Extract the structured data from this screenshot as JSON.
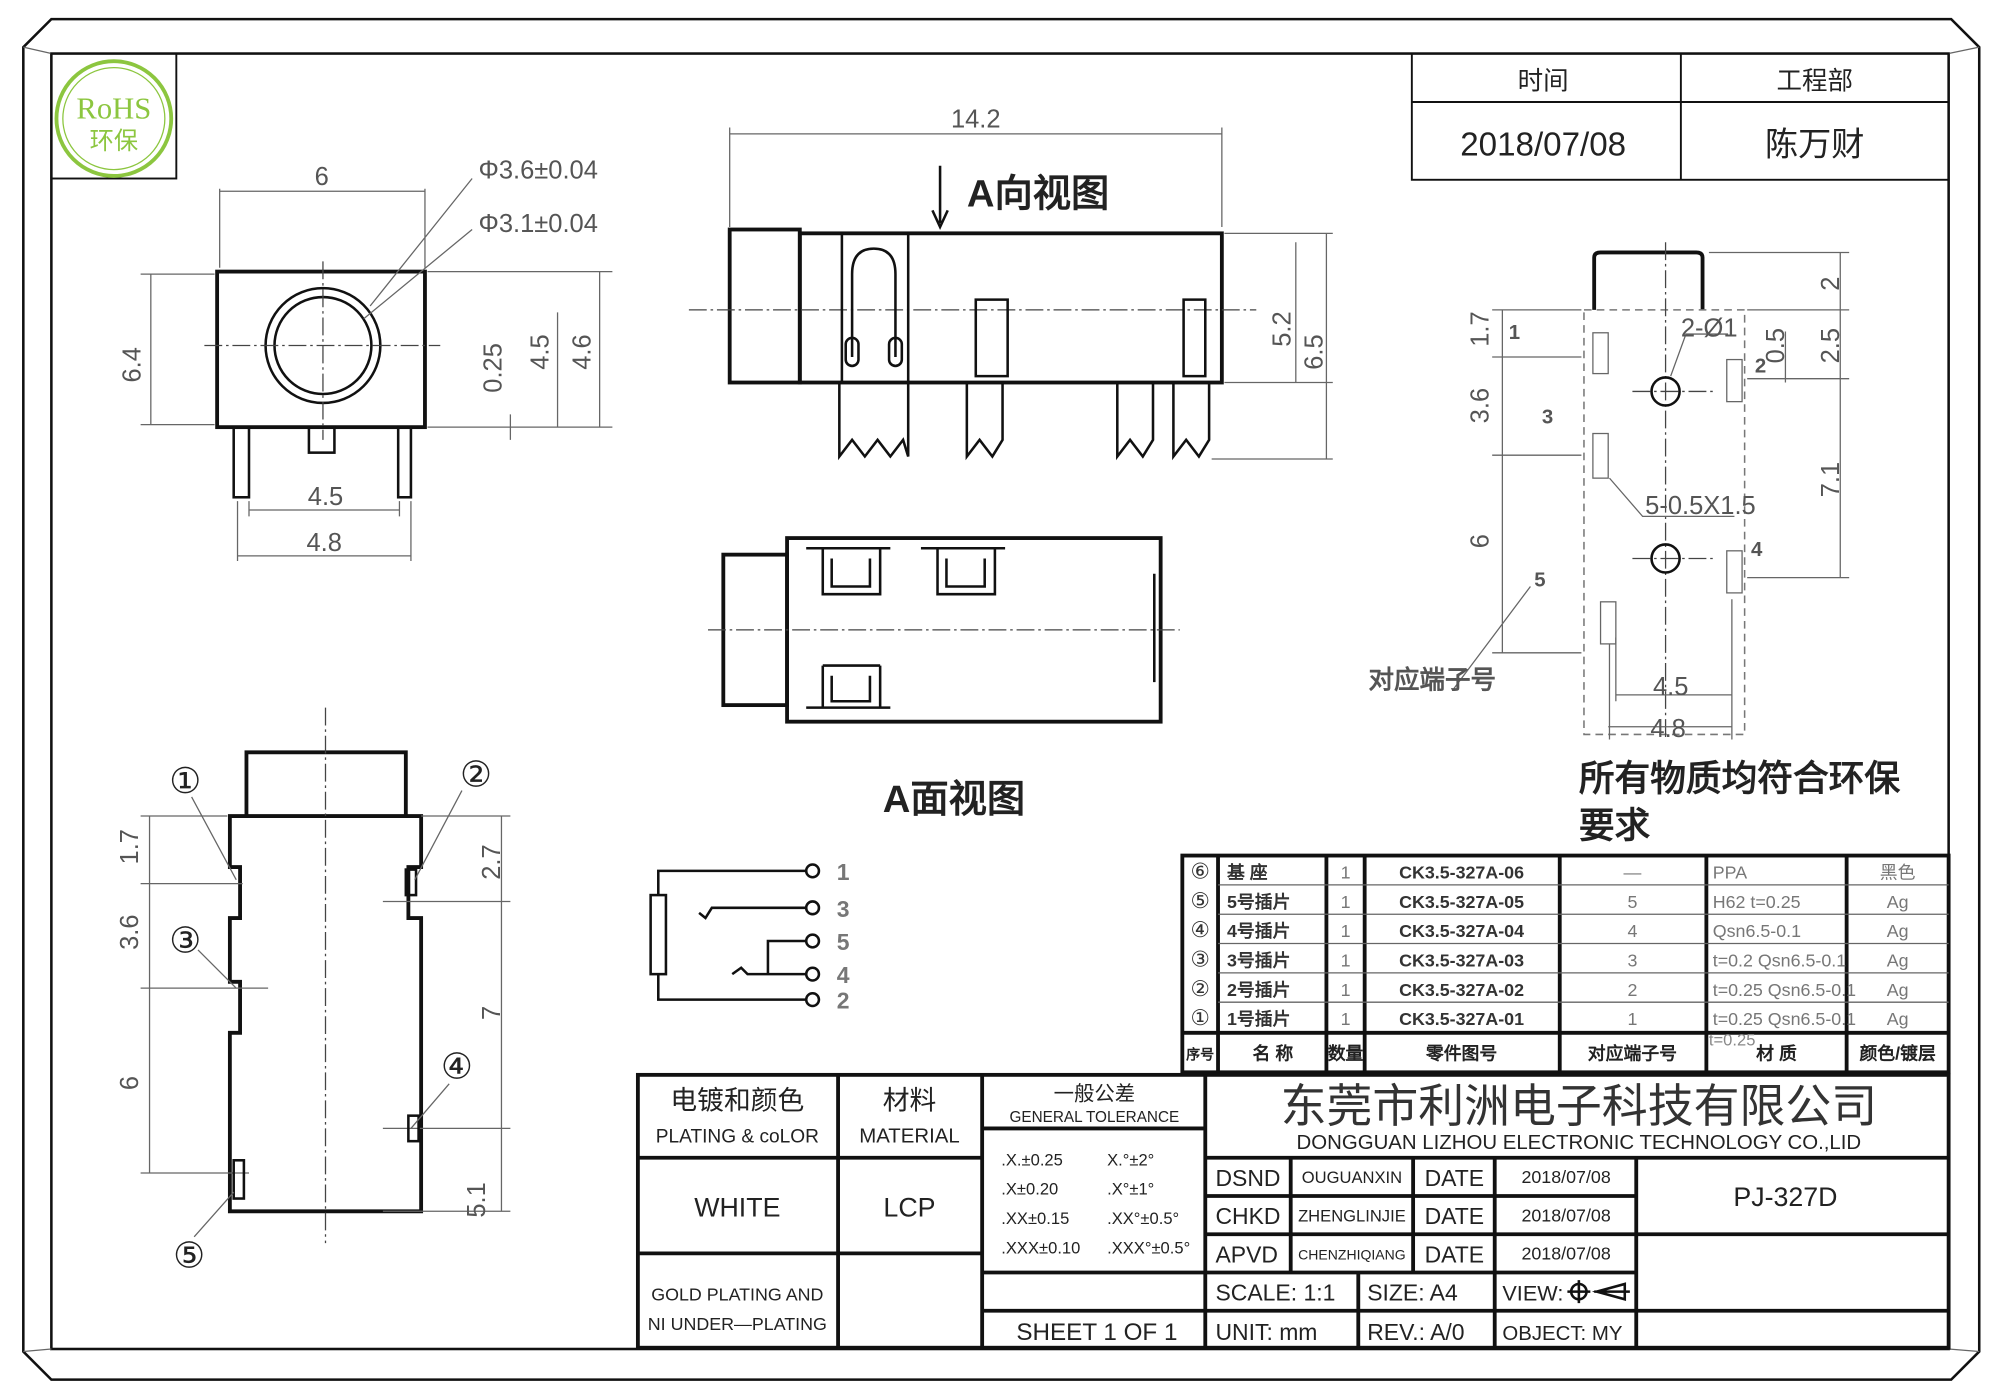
{
  "rohs": {
    "line1": "RoHS",
    "line2": "环保",
    "color": "#8cc63f"
  },
  "top_block": {
    "time_label": "时间",
    "dept_label": "工程部",
    "date": "2018/07/08",
    "person": "陈万财"
  },
  "front_view": {
    "dims": [
      "6",
      "Φ3.6±0.04",
      "Φ3.1±0.04",
      "6.4",
      "0.25",
      "4.5",
      "4.6",
      "4.5",
      "4.8"
    ]
  },
  "side_view": {
    "title": "A向视图",
    "dims": [
      "14.2",
      "5.2",
      "6.5"
    ]
  },
  "top_view": {
    "title": "A面视图"
  },
  "schematic": {
    "pins": [
      "1",
      "3",
      "5",
      "4",
      "2"
    ]
  },
  "bottom_view": {
    "markers": [
      "①",
      "②",
      "③",
      "④",
      "⑤"
    ],
    "dims": [
      "1.7",
      "3.6",
      "6",
      "2.7",
      "7",
      "5.1"
    ]
  },
  "pcb_layout": {
    "dims": [
      "1.7",
      "3.6",
      "6",
      "2",
      "2.5",
      "0.5",
      "7.1",
      "4.5",
      "4.8"
    ],
    "labels": [
      "2-Ø1",
      "5-0.5X1.5",
      "对应端子号"
    ],
    "pin_numbers": [
      "1",
      "2",
      "3",
      "4",
      "5"
    ]
  },
  "compliance_note": [
    "所有物质均符合环保",
    "要求"
  ],
  "parts_table": {
    "headers": [
      "序号",
      "名 称",
      "数量",
      "零件图号",
      "对应端子号",
      "材 质",
      "颜色/镀层"
    ],
    "rows": [
      {
        "no": "⑥",
        "name": "基 座",
        "qty": "1",
        "part": "CK3.5-327A-06",
        "terminal": "—",
        "material": "PPA",
        "finish": "黑色"
      },
      {
        "no": "⑤",
        "name": "5号插片",
        "qty": "1",
        "part": "CK3.5-327A-05",
        "terminal": "5",
        "material": "H62  t=0.25",
        "finish": "Ag"
      },
      {
        "no": "④",
        "name": "4号插片",
        "qty": "1",
        "part": "CK3.5-327A-04",
        "terminal": "4",
        "material": "Qsn6.5-0.1",
        "finish": "Ag"
      },
      {
        "no": "③",
        "name": "3号插片",
        "qty": "1",
        "part": "CK3.5-327A-03",
        "terminal": "3",
        "material": "t=0.2 Qsn6.5-0.1",
        "finish": "Ag"
      },
      {
        "no": "②",
        "name": "2号插片",
        "qty": "1",
        "part": "CK3.5-327A-02",
        "terminal": "2",
        "material": "t=0.25 Qsn6.5-0.1",
        "finish": "Ag"
      },
      {
        "no": "①",
        "name": "1号插片",
        "qty": "1",
        "part": "CK3.5-327A-01",
        "terminal": "1",
        "material": "t=0.25 Qsn6.5-0.1",
        "finish": "Ag"
      }
    ],
    "footnote": "t=0.25"
  },
  "title_block": {
    "plating_cn": "电镀和颜色",
    "plating_en": "PLATING & coLOR",
    "material_cn": "材料",
    "material_en": "MATERIAL",
    "tol_cn": "一般公差",
    "tol_en": "GENERAL TOLERANCE",
    "tolerances": [
      [
        ".X.±0.25",
        "X.°±2°"
      ],
      [
        ".X±0.20",
        ".X°±1°"
      ],
      [
        ".XX±0.15",
        ".XX°±0.5°"
      ],
      [
        ".XXX±0.10",
        ".XXX°±0.5°"
      ]
    ],
    "color_value": "WHITE",
    "material_value": "LCP",
    "plating_note": [
      "GOLD PLATING AND",
      "NI UNDER—PLATING"
    ],
    "company_cn": "东莞市利洲电子科技有限公司",
    "company_en": "DONGGUAN LIZHOU ELECTRONIC TECHNOLOGY CO.,LID",
    "signoffs": [
      {
        "role": "DSND",
        "name": "OUGUANXIN",
        "date_label": "DATE",
        "date": "2018/07/08"
      },
      {
        "role": "CHKD",
        "name": "ZHENGLINJIE",
        "date_label": "DATE",
        "date": "2018/07/08"
      },
      {
        "role": "APVD",
        "name": "CHENZHIQIANG",
        "date_label": "DATE",
        "date": "2018/07/08"
      }
    ],
    "part_number": "PJ-327D",
    "scale": "SCALE:  1:1",
    "size": "SIZE:  A4",
    "view": "VIEW:",
    "sheet": "SHEET 1 OF 1",
    "unit": "UNIT:  mm",
    "rev": "REV.:  A/0",
    "object": "OBJECT:  MY"
  }
}
